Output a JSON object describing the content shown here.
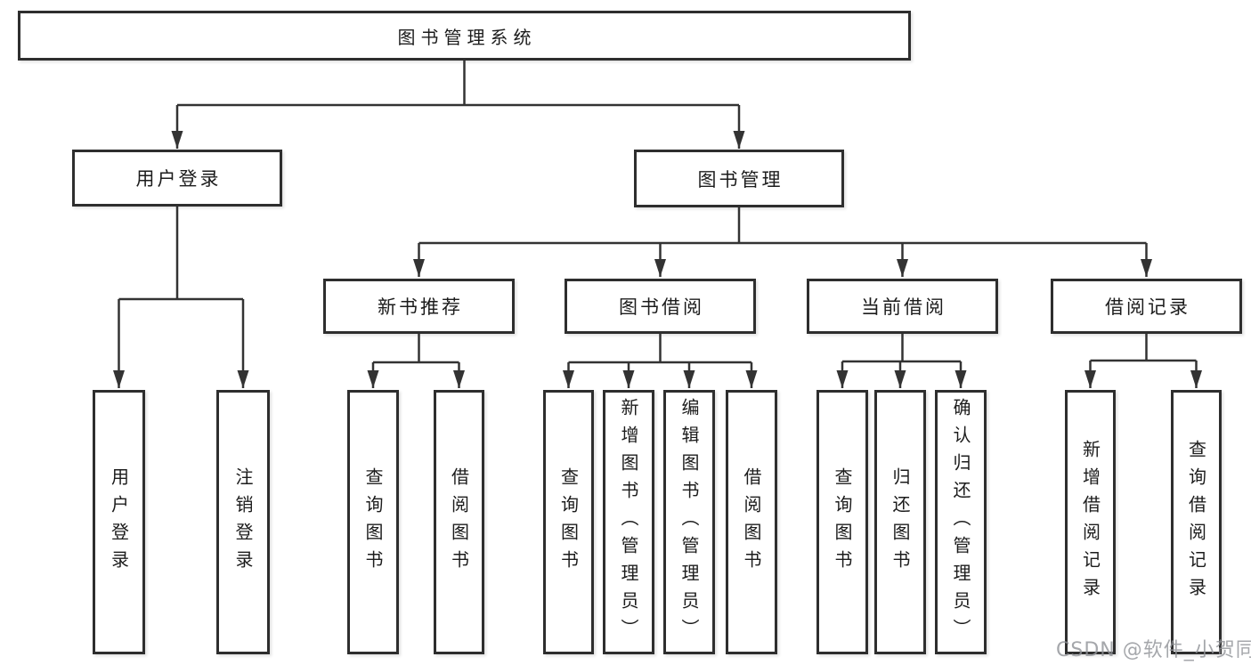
{
  "tree": {
    "root": {
      "label": "图书管理系统"
    },
    "branches": [
      {
        "label": "用户登录",
        "children": [
          {
            "label": "用户登录"
          },
          {
            "label": "注销登录"
          }
        ]
      },
      {
        "label": "图书管理",
        "children": [
          {
            "label": "新书推荐",
            "children": [
              {
                "label": "查询图书"
              },
              {
                "label": "借阅图书"
              }
            ]
          },
          {
            "label": "图书借阅",
            "children": [
              {
                "label": "查询图书"
              },
              {
                "label": "新增图书（管理员）"
              },
              {
                "label": "编辑图书（管理员）"
              },
              {
                "label": "借阅图书"
              }
            ]
          },
          {
            "label": "当前借阅",
            "children": [
              {
                "label": "查询图书"
              },
              {
                "label": "归还图书"
              },
              {
                "label": "确认归还（管理员）"
              }
            ]
          },
          {
            "label": "借阅记录",
            "children": [
              {
                "label": "新增借阅记录"
              },
              {
                "label": "查询借阅记录"
              }
            ]
          }
        ]
      }
    ]
  },
  "watermark": "CSDN @软件_小贺同学",
  "colors": {
    "line": "#333333",
    "box_border": "#2e2e2e",
    "text": "#1c1c1c",
    "watermark": "#919499",
    "background": "#ffffff"
  }
}
